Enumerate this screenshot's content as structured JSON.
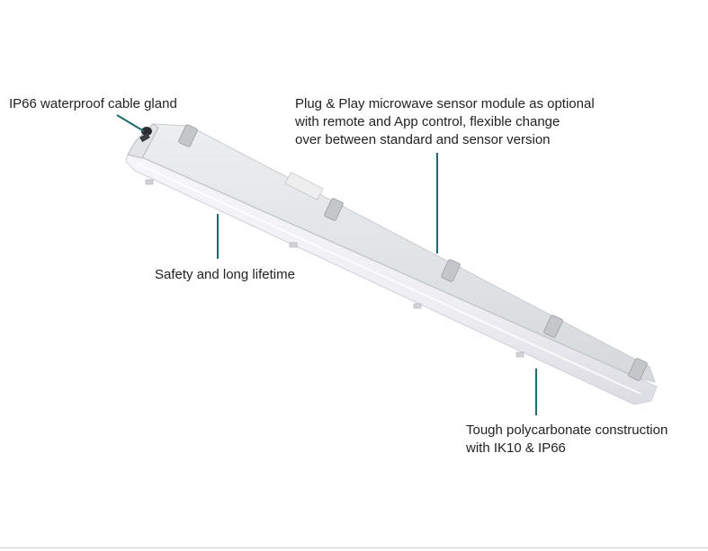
{
  "annotations": {
    "cable_gland": {
      "lines": [
        "IP66 waterproof cable gland"
      ]
    },
    "sensor_module": {
      "lines": [
        "Plug & Play microwave sensor module as optional",
        "with remote and App control, flexible change",
        "over between standard and sensor version"
      ]
    },
    "lifetime": {
      "lines": [
        "Safety and long lifetime"
      ]
    },
    "construction": {
      "lines": [
        "Tough polycarbonate construction",
        "with IK10 & IP66"
      ]
    }
  },
  "colors": {
    "callout_line": "#1f6b6b",
    "text": "#222222",
    "body_top": "#e4e6e8",
    "diffuser": "#f2f2f6",
    "clip": "#c8c8c8"
  }
}
